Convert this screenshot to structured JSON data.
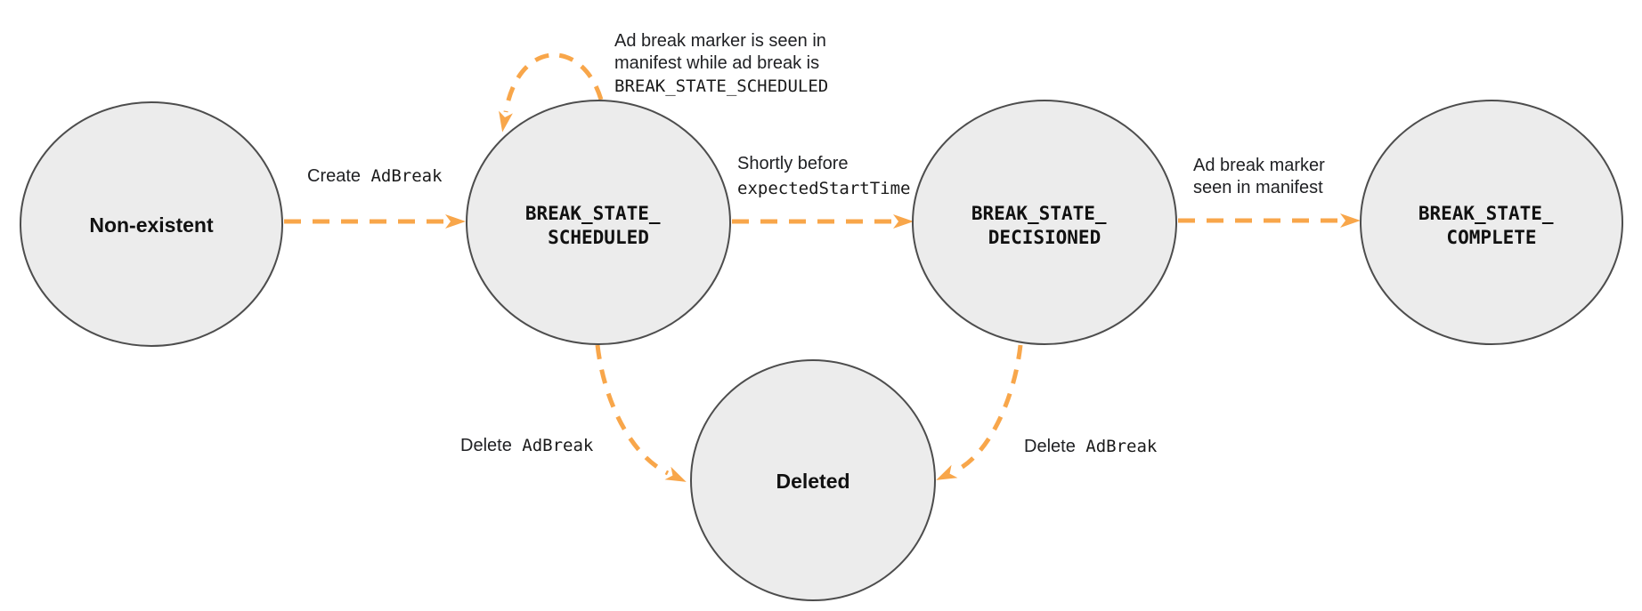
{
  "colors": {
    "background": "#ffffff",
    "node_fill": "#ececec",
    "node_stroke": "#4d4d4d",
    "arrow": "#f8a64a",
    "text": "#202124"
  },
  "states": {
    "non_existent": {
      "label": "Non-existent"
    },
    "scheduled": {
      "line1": "BREAK_STATE_",
      "line2": "SCHEDULED"
    },
    "decisioned": {
      "line1": "BREAK_STATE_",
      "line2": "DECISIONED"
    },
    "complete": {
      "line1": "BREAK_STATE_",
      "line2": "COMPLETE"
    },
    "deleted": {
      "label": "Deleted"
    }
  },
  "transitions": {
    "create": {
      "sans": "Create",
      "mono": "AdBreak"
    },
    "self_loop": {
      "line1": "Ad break marker is seen in",
      "line2": "manifest while ad break is",
      "line3": "BREAK_STATE_SCHEDULED"
    },
    "decision": {
      "line1": "Shortly before",
      "line2": "expectedStartTime"
    },
    "complete": {
      "line1": "Ad break marker",
      "line2": "seen in manifest"
    },
    "delete_left": {
      "sans": "Delete",
      "mono": "AdBreak"
    },
    "delete_right": {
      "sans": "Delete",
      "mono": "AdBreak"
    }
  }
}
